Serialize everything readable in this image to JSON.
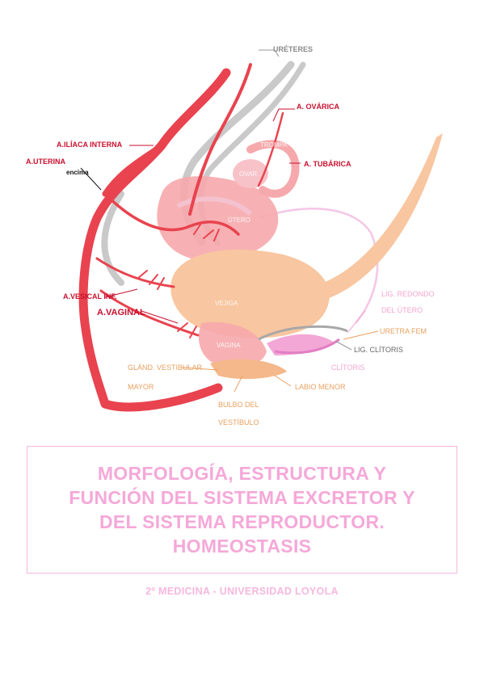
{
  "illustration": {
    "labels": {
      "ureteres": "URÉTERES",
      "a_ovarica": "A. OVÁRICA",
      "a_iliaca_interna": "A.ILÍACA INTERNA",
      "a_uterina": "A.UTERINA",
      "encima": "encima",
      "trompa": "TROMPA",
      "ovar": "OVAR.",
      "a_tubarica": "A. TUBÁRICA",
      "utero": "ÚTERO",
      "lig_redondo": "LIG. REDONDO",
      "del_utero": "DEL ÚTERO",
      "a_vesical_inf": "A.VESICAL INF.",
      "a_vaginal": "A.VAGINAL",
      "vejiga": "VEJIGA",
      "uretra_fem": "URETRA FEM",
      "vagina": "VAGINA",
      "lig_clitoris": "LIG. CLÍTORIS",
      "clitoris": "CLÍTORIS",
      "gland_vestibular": "GLÁND. VESTIBULAR",
      "mayor": "MAYOR",
      "labio_menor": "LABIO MENOR",
      "bulbo_del": "BULBO DEL",
      "vestibulo": "VESTÍBULO"
    }
  },
  "title": {
    "lines": [
      "MORFOLOGÍA, ESTRUCTURA Y",
      "FUNCIÓN DEL SISTEMA EXCRETOR Y",
      "DEL SISTEMA REPRODUCTOR.",
      "HOMEOSTASIS"
    ]
  },
  "subtitle": "2º MEDICINA - UNIVERSIDAD LOYOLA",
  "colors": {
    "artery": "#e8434f",
    "ureter": "#c4c4c4",
    "uterus": "#f6a9ac",
    "bladder": "#f8c8a0",
    "pink_accent": "#f5a8d8"
  }
}
